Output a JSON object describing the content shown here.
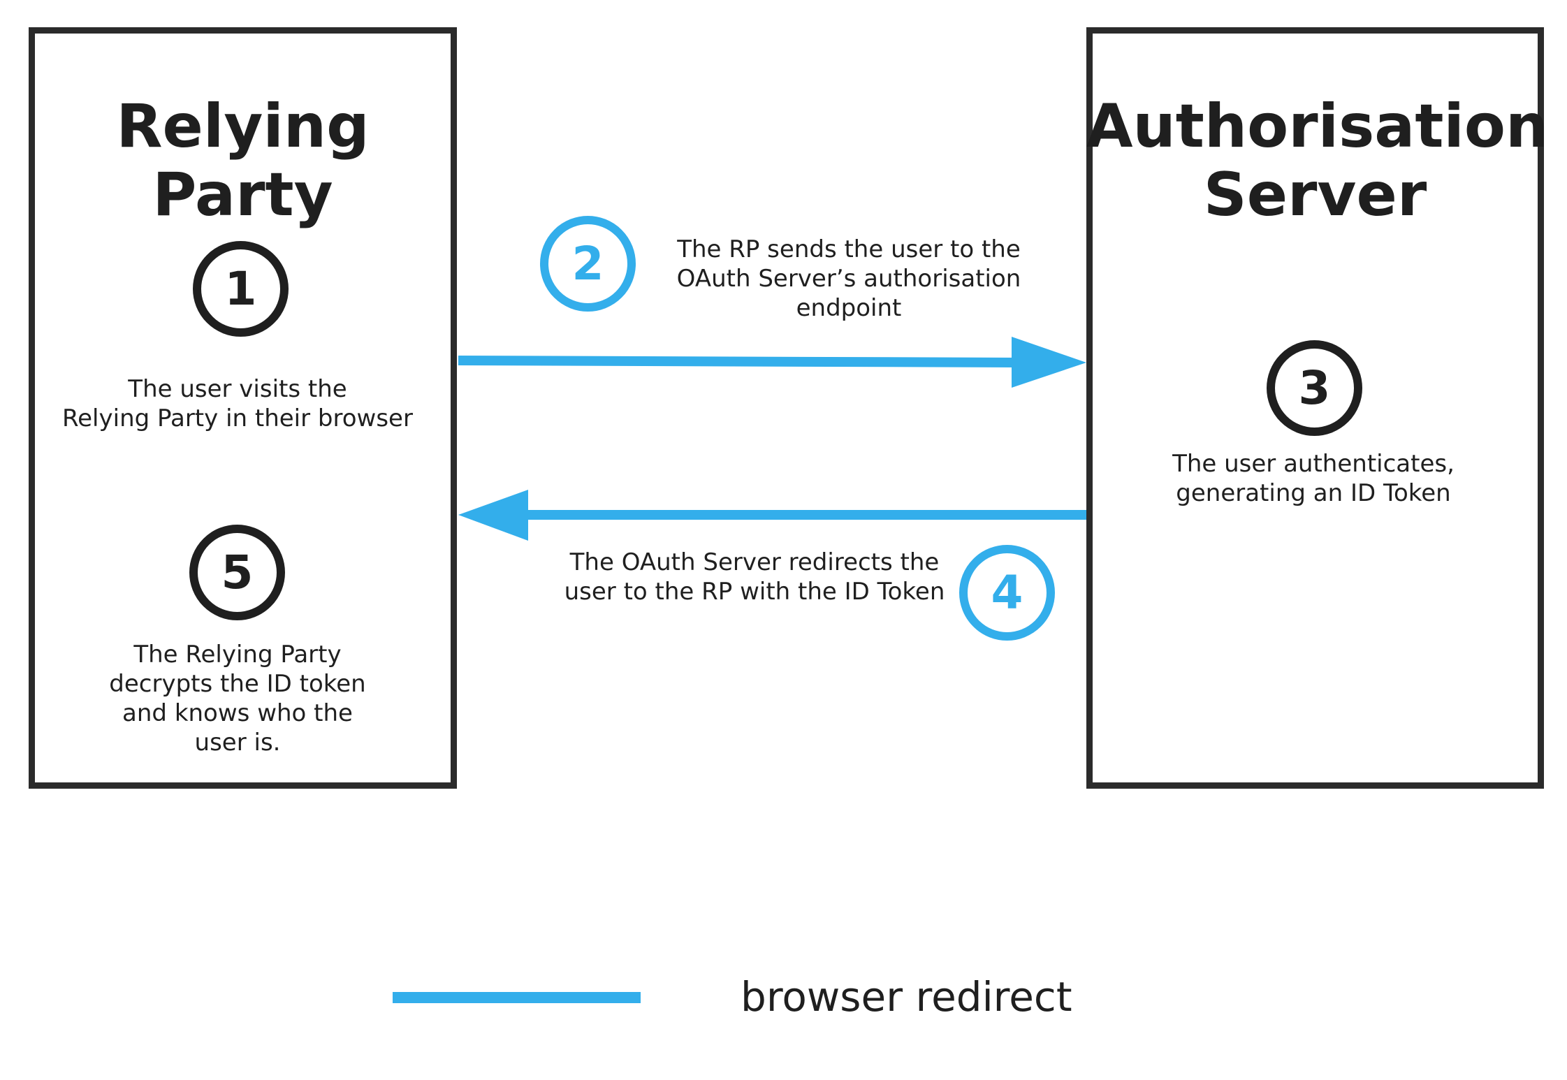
{
  "relying_party": {
    "title": "Relying\nParty"
  },
  "authorisation_server": {
    "title": "Authorisation\nServer"
  },
  "steps": [
    {
      "number": "1",
      "text": "The user visits the\nRelying Party in their browser"
    },
    {
      "number": "2",
      "text": "The RP sends the user to the\nOAuth Server’s authorisation\nendpoint"
    },
    {
      "number": "3",
      "text": "The user authenticates,\ngenerating an ID Token"
    },
    {
      "number": "4",
      "text": "The OAuth Server redirects the\nuser to the RP with the ID Token"
    },
    {
      "number": "5",
      "text": "The Relying Party\ndecrypts the ID token\nand knows who the\nuser is."
    }
  ],
  "legend": {
    "label": "browser redirect"
  },
  "colors": {
    "redirect": "#33aeeb",
    "box_border": "#2b2b2b",
    "text": "#1f1f1f"
  }
}
